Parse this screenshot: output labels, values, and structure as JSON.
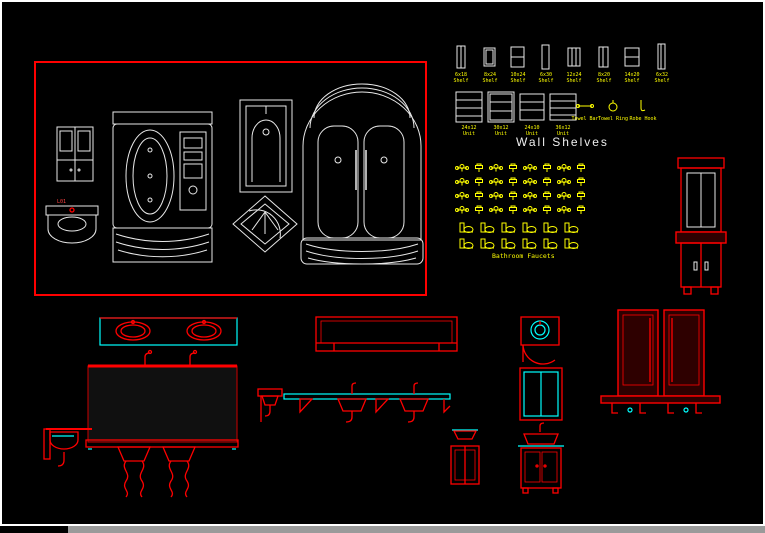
{
  "colors": {
    "background": "#000000",
    "frame": "#ffffff",
    "line_white": "#e8e8e8",
    "line_red": "#ff0000",
    "line_cyan": "#00ffff",
    "line_yellow": "#ffff00",
    "dark_red_fill": "#2e0000",
    "shadow_gray": "#9a9a9a"
  },
  "wall_shelves": {
    "title": "Wall Shelves",
    "row1": [
      {
        "l1": "6x18",
        "l2": "Shelf"
      },
      {
        "l1": "8x24",
        "l2": "Shelf"
      },
      {
        "l1": "10x24",
        "l2": "Shelf"
      },
      {
        "l1": "6x30",
        "l2": "Shelf"
      },
      {
        "l1": "12x24",
        "l2": "Shelf"
      },
      {
        "l1": "8x20",
        "l2": "Shelf"
      },
      {
        "l1": "14x20",
        "l2": "Shelf"
      },
      {
        "l1": "6x32",
        "l2": "Shelf"
      }
    ],
    "row2": [
      {
        "l1": "24x12",
        "l2": "Unit"
      },
      {
        "l1": "30x12",
        "l2": "Unit"
      },
      {
        "l1": "24x10",
        "l2": "Unit"
      },
      {
        "l1": "36x12",
        "l2": "Unit"
      }
    ],
    "accessories": [
      {
        "label": "Towel Bar"
      },
      {
        "label": "Towel Ring"
      },
      {
        "label": "Robe Hook"
      }
    ]
  },
  "symbol_grid": {
    "label": "Bathroom Faucets"
  },
  "shower_block": {
    "cabinet_code": "L01"
  }
}
